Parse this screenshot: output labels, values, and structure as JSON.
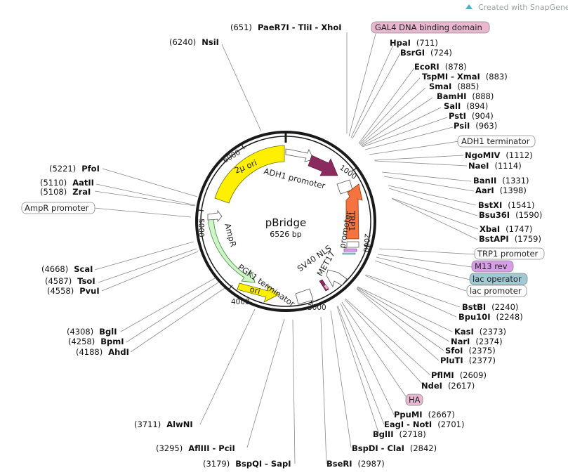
{
  "watermark": {
    "text": "Created with SnapGene®"
  },
  "plasmid": {
    "name": "pBridge",
    "length": "6526 bp"
  },
  "ticks": [
    "1000",
    "2000",
    "3000",
    "4000",
    "5000",
    "6000"
  ],
  "features": {
    "two_micron_ori": "2µ ori",
    "adh1_promoter": "ADH1 promoter",
    "trp1": "TRP1",
    "promoter": "promoter",
    "met17": "MET17",
    "sv40_nls": "SV40 NLS",
    "pgk1_terminator": "PGK1 terminator",
    "ori": "ori",
    "ampr": "AmpR"
  },
  "boxed_labels": {
    "gal4": "GAL4 DNA binding domain",
    "adh1_terminator": "ADH1 terminator",
    "ampr_promoter": "AmpR promoter",
    "trp1_promoter": "TRP1 promoter",
    "m13_rev": "M13 rev",
    "lac_operator": "lac operator",
    "lac_promoter": "lac promoter",
    "ha": "HA"
  },
  "sites": {
    "paer7i": {
      "pos": "(651)",
      "name": "PaeR7I - TliI - XhoI"
    },
    "nsii": {
      "pos": "(6240)",
      "name": "NsiI"
    },
    "hpai": {
      "name": "HpaI",
      "pos": "(711)"
    },
    "bsrgi": {
      "name": "BsrGI",
      "pos": "(724)"
    },
    "ecori": {
      "name": "EcoRI",
      "pos": "(878)"
    },
    "tspmi": {
      "name": "TspMI - XmaI",
      "pos": "(883)"
    },
    "smai": {
      "name": "SmaI",
      "pos": "(885)"
    },
    "bamhi": {
      "name": "BamHI",
      "pos": "(888)"
    },
    "sali": {
      "name": "SalI",
      "pos": "(894)"
    },
    "psti": {
      "name": "PstI",
      "pos": "(904)"
    },
    "psii": {
      "name": "PsiI",
      "pos": "(963)"
    },
    "ngomiv": {
      "name": "NgoMIV",
      "pos": "(1112)"
    },
    "naei": {
      "name": "NaeI",
      "pos": "(1114)"
    },
    "banii": {
      "name": "BanII",
      "pos": "(1331)"
    },
    "aari": {
      "name": "AarI",
      "pos": "(1398)"
    },
    "bstxi": {
      "name": "BstXI",
      "pos": "(1541)"
    },
    "bsu36i": {
      "name": "Bsu36I",
      "pos": "(1590)"
    },
    "xbai": {
      "name": "XbaI",
      "pos": "(1747)"
    },
    "bstapi": {
      "name": "BstAPI",
      "pos": "(1759)"
    },
    "bstbi": {
      "name": "BstBI",
      "pos": "(2240)"
    },
    "bpu10i": {
      "name": "Bpu10I",
      "pos": "(2248)"
    },
    "kasi": {
      "name": "KasI",
      "pos": "(2373)"
    },
    "nari": {
      "name": "NarI",
      "pos": "(2374)"
    },
    "sfoi": {
      "name": "SfoI",
      "pos": "(2375)"
    },
    "pluti": {
      "name": "PluTI",
      "pos": "(2377)"
    },
    "pflmi": {
      "name": "PflMI",
      "pos": "(2609)"
    },
    "ndei": {
      "name": "NdeI",
      "pos": "(2617)"
    },
    "ppumi": {
      "name": "PpuMI",
      "pos": "(2667)"
    },
    "eagi": {
      "name": "EagI - NotI",
      "pos": "(2701)"
    },
    "bglii": {
      "name": "BglII",
      "pos": "(2718)"
    },
    "bspdi": {
      "name": "BspDI - ClaI",
      "pos": "(2842)"
    },
    "bseri": {
      "name": "BseRI",
      "pos": "(2987)"
    },
    "pfoi": {
      "pos": "(5221)",
      "name": "PfoI"
    },
    "aatii": {
      "pos": "(5110)",
      "name": "AatII"
    },
    "zrai": {
      "pos": "(5108)",
      "name": "ZraI"
    },
    "scai": {
      "pos": "(4668)",
      "name": "ScaI"
    },
    "tsoi": {
      "pos": "(4587)",
      "name": "TsoI"
    },
    "pvui": {
      "pos": "(4558)",
      "name": "PvuI"
    },
    "bgli": {
      "pos": "(4308)",
      "name": "BglI"
    },
    "bpmi": {
      "pos": "(4258)",
      "name": "BpmI"
    },
    "ahdi": {
      "pos": "(4188)",
      "name": "AhdI"
    },
    "alwni": {
      "pos": "(3711)",
      "name": "AlwNI"
    },
    "afliii": {
      "pos": "(3295)",
      "name": "AflIII - PciI"
    },
    "bspqi": {
      "pos": "(3179)",
      "name": "BspQI - SapI"
    }
  },
  "colors": {
    "ori_yellow": "#ffef00",
    "adh1_purple": "#8b2a5e",
    "trp1_orange": "#f4733e",
    "ampr_green": "#cdf5c8",
    "m13_fill": "#d79ee6",
    "lac_operator_fill": "#9fcad3",
    "gal4_fill": "#e9b8d0",
    "ha_fill": "#e9b8d0"
  }
}
